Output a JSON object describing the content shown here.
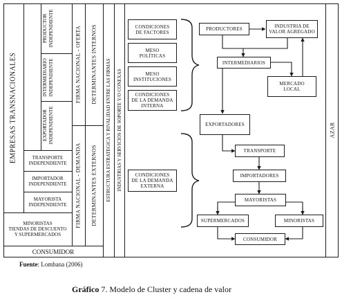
{
  "left_column": {
    "empresas": "EMPRESAS TRANSNACIONALES",
    "productor": "PRODUCTOR\nINDEPENDIENTE",
    "intermediario": "INTERMEDIARIO\nINDEPENDIENTE",
    "exportador": "EXPORTADOR\nINDEPENDIENTE",
    "transporte": "TRANSPORTE\nINDEPENDIENTE",
    "importador": "IMPORTADOR\nINDEPENDIENTE",
    "mayorista": "MAYORISTA\nINDEPENDIENTE",
    "minoristas": "MINORISTAS\nTIENDAS DE DESCUENTO\nY SUPERMERCADOS",
    "consumidor": "CONSUMIDOR"
  },
  "vertical_labels": {
    "firma_oferta": "FIRMA NACIONAL - OFERTA",
    "firma_demanda": "FIRMA NACIONAL - DEMANDA",
    "det_internos": "DETERMINANTES INTERNOS",
    "det_externos": "DETERMINANTES EXTERNOS",
    "estructura": "ESTRUCTURA ESTRATEGICA Y RIVALIDAD ENTRE LAS FIRMAS",
    "industrias": "INDUSTRIAS Y SERVICIOS DE SOPORTE Y/O CONEXAS",
    "azar": "AZAR"
  },
  "factors": {
    "cond_factores": "CONDICIONES\nDE FACTORES",
    "meso_politicas": "MESO\nPOLÍTICAS",
    "meso_instituciones": "MESO\nINSTITUCIONES",
    "cond_demanda_interna": "CONDICIONES\nDE LA DEMANDA\nINTERNA",
    "cond_demanda_externa": "CONDICIONES\nDE LA DEMANDA\nEXTERNA"
  },
  "chain": {
    "productores": "PRODUCTORES",
    "industria": "INDUSTRIA DE\nVALOR AGREGADO",
    "intermediarios": "INTERMEDIARIOS",
    "mercado_local": "MERCADO\nLOCAL",
    "exportadores": "EXPORTADORES",
    "transporte": "TRANSPORTE",
    "importadores": "IMPORTADORES",
    "mayoristas": "MAYORISTAS",
    "supermercados": "SUPERMERCADOS",
    "minoristas": "MINORISTAS",
    "consumidor": "CONSUMIDOR"
  },
  "footer": {
    "source_label": "Fuente",
    "source_text": ": Lombana (2006)",
    "caption_bold": "Gráfico",
    "caption_text": " 7. Modelo de Cluster y cadena de valor"
  }
}
